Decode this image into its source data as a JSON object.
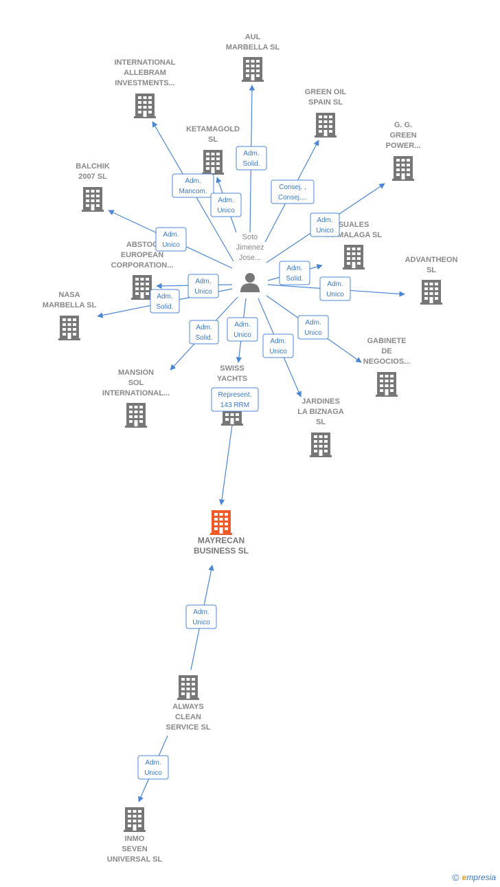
{
  "colors": {
    "edge": "#4a86d4",
    "building": "#777777",
    "focus": "#f05a28",
    "person": "#777777"
  },
  "nodes": [
    {
      "id": "aul",
      "kind": "building",
      "label": [
        "AUL",
        "MARBELLA  SL"
      ]
    },
    {
      "id": "intl",
      "kind": "building",
      "label": [
        "INTERNATIONAL",
        "ALLEBRAM",
        "INVESTMENTS..."
      ]
    },
    {
      "id": "greenoil",
      "kind": "building",
      "label": [
        "GREEN OIL",
        "SPAIN SL"
      ]
    },
    {
      "id": "ggg",
      "kind": "building",
      "label": [
        "G.  G.",
        "GREEN",
        "POWER..."
      ]
    },
    {
      "id": "keta",
      "kind": "building",
      "label": [
        "KETAMAGOLD",
        "SL"
      ]
    },
    {
      "id": "balchik",
      "kind": "building",
      "label": [
        "BALCHIK",
        "2007 SL"
      ]
    },
    {
      "id": "suales",
      "kind": "building",
      "label": [
        "SUALES",
        "TV MALAGA  SL"
      ]
    },
    {
      "id": "advan",
      "kind": "building",
      "label": [
        "ADVANTHEON",
        "SL"
      ]
    },
    {
      "id": "abstoc",
      "kind": "building",
      "label": [
        "ABSTOC",
        "EUROPEAN",
        "CORPORATION..."
      ]
    },
    {
      "id": "nasa",
      "kind": "building",
      "label": [
        "NASA",
        "MARBELLA  SL"
      ]
    },
    {
      "id": "gabinete",
      "kind": "building",
      "label": [
        "GABINETE",
        "DE",
        "NEGOCIOS..."
      ]
    },
    {
      "id": "mansion",
      "kind": "building",
      "label": [
        "MANSION",
        "SOL",
        "INTERNATIONAL..."
      ]
    },
    {
      "id": "swiss",
      "kind": "building",
      "label": [
        "SWISS",
        "YACHTS"
      ]
    },
    {
      "id": "jardines",
      "kind": "building",
      "label": [
        "JARDINES",
        "LA BIZNAGA",
        "SL"
      ]
    },
    {
      "id": "mayrecan",
      "kind": "focus",
      "label": [
        "MAYRECAN",
        "BUSINESS  SL"
      ]
    },
    {
      "id": "always",
      "kind": "building",
      "label": [
        "ALWAYS",
        "CLEAN",
        "SERVICE  SL"
      ]
    },
    {
      "id": "inmo",
      "kind": "building",
      "label": [
        "INMO",
        "SEVEN",
        "UNIVERSAL SL"
      ]
    },
    {
      "id": "soto",
      "kind": "person",
      "label": [
        "Soto",
        "Jimenez",
        "Jose..."
      ]
    }
  ],
  "edges": [
    {
      "id": "e-aul",
      "from": "soto",
      "to": "aul",
      "role": [
        "Adm.",
        "Solid."
      ]
    },
    {
      "id": "e-intl",
      "from": "soto",
      "to": "intl",
      "role": [
        "Adm.",
        "Mancom."
      ]
    },
    {
      "id": "e-keta",
      "from": "soto",
      "to": "keta",
      "role": [
        "Adm.",
        "Unico"
      ]
    },
    {
      "id": "e-greenoil",
      "from": "soto",
      "to": "greenoil",
      "role": [
        "Consej. ,",
        "Consej...."
      ]
    },
    {
      "id": "e-ggg",
      "from": "soto",
      "to": "ggg",
      "role": [
        "Adm.",
        "Unico"
      ]
    },
    {
      "id": "e-balchik",
      "from": "soto",
      "to": "balchik",
      "role": [
        "Adm.",
        "Unico"
      ]
    },
    {
      "id": "e-suales",
      "from": "soto",
      "to": "suales",
      "role": [
        "Adm.",
        "Solid."
      ]
    },
    {
      "id": "e-advan",
      "from": "soto",
      "to": "advan",
      "role": [
        "Adm.",
        "Unico"
      ]
    },
    {
      "id": "e-abstoc",
      "from": "soto",
      "to": "abstoc",
      "role": [
        "Adm.",
        "Unico"
      ]
    },
    {
      "id": "e-nasa",
      "from": "soto",
      "to": "nasa",
      "role": [
        "Adm.",
        "Solid."
      ]
    },
    {
      "id": "e-gabinete",
      "from": "soto",
      "to": "gabinete",
      "role": [
        "Adm.",
        "Unico"
      ]
    },
    {
      "id": "e-mansion",
      "from": "soto",
      "to": "mansion",
      "role": [
        "Adm.",
        "Solid."
      ]
    },
    {
      "id": "e-swiss",
      "from": "soto",
      "to": "swiss",
      "role": [
        "Adm.",
        "Unico"
      ]
    },
    {
      "id": "e-jardines",
      "from": "soto",
      "to": "jardines",
      "role": [
        "Adm.",
        "Unico"
      ]
    },
    {
      "id": "e-mayrecan-swiss",
      "from": "swiss",
      "to": "mayrecan",
      "role": [
        "Represent.",
        "143 RRM"
      ]
    },
    {
      "id": "e-mayrecan-always",
      "from": "always",
      "to": "mayrecan",
      "role": [
        "Adm.",
        "Unico"
      ]
    },
    {
      "id": "e-inmo",
      "from": "always",
      "to": "inmo",
      "role": [
        "Adm.",
        "Unico"
      ]
    }
  ],
  "footer": {
    "copyright": "©",
    "brand_initial": "e",
    "brand_rest": "mpresia"
  }
}
